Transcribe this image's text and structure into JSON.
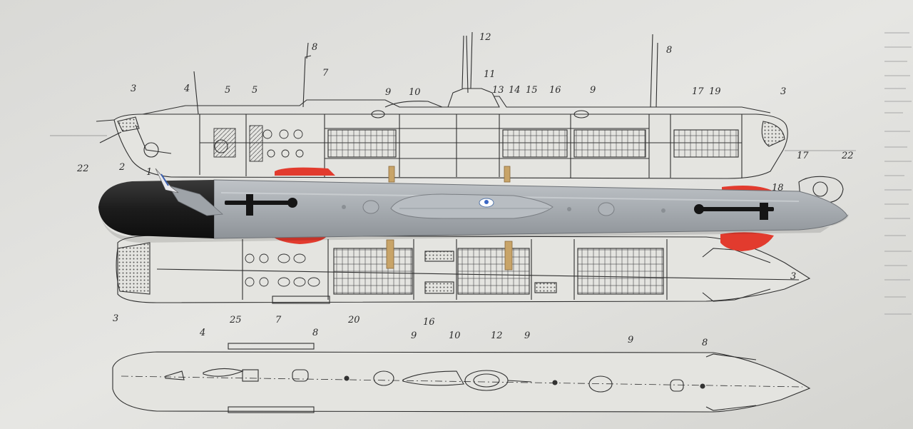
{
  "image": {
    "subject": "plastic submarine scale model lying on a printed submarine blueprint",
    "colors": {
      "paper": "#e2e2de",
      "ink": "#333333",
      "hull_grey": "#a8adb2",
      "hull_black": "#1e1e1e",
      "red_stand": "#e23b2e",
      "wood_support": "#c8a468"
    }
  },
  "callouts": {
    "side_view": [
      "3",
      "4",
      "5",
      "5",
      "8",
      "7",
      "9",
      "10",
      "12",
      "11",
      "13",
      "14",
      "15",
      "16",
      "9",
      "8",
      "17",
      "19",
      "3",
      "2",
      "22",
      "1",
      "18",
      "17",
      "22"
    ],
    "plan_view": [
      "3",
      "25",
      "7",
      "20",
      "16",
      "3"
    ],
    "deck_view": [
      "4",
      "8",
      "9",
      "10",
      "12",
      "9",
      "9",
      "8"
    ]
  }
}
